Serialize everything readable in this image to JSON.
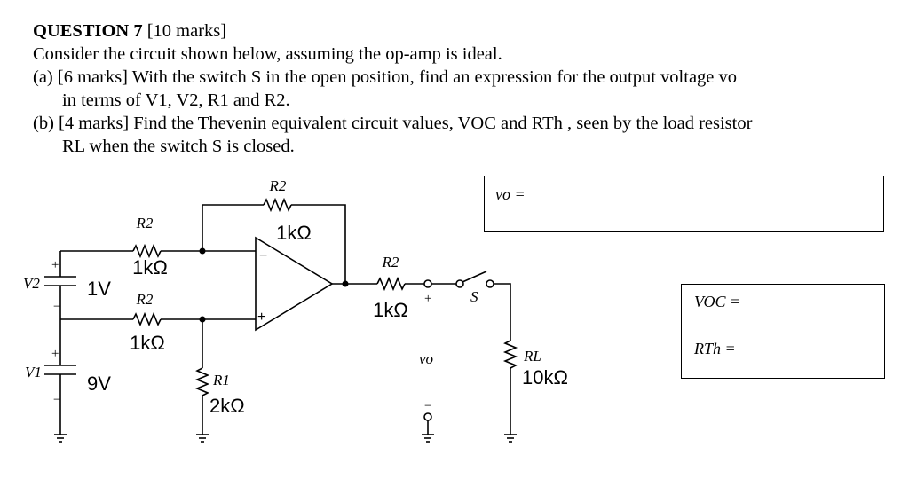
{
  "question": {
    "title_bold": "QUESTION 7",
    "title_marks": " [10 marks]",
    "intro": "Consider the circuit shown below, assuming the op-amp is ideal.",
    "part_a": "(a) [6 marks] With the switch S in the open position, find an expression for the output voltage vo",
    "part_a_cont": "in terms of V1, V2, R1 and R2.",
    "part_b": "(b) [4 marks] Find the Thevenin equivalent circuit values, VOC and RTh , seen by the load resistor",
    "part_b_cont": "RL when the switch S is closed."
  },
  "answer_boxes": {
    "vo_label": "vo =",
    "voc_label": "VOC =",
    "rth_label": "RTh ="
  },
  "circuit": {
    "r2_top": "R2",
    "r2_top_value": "1kΩ",
    "r2_in1": "R2",
    "r2_in1_value": "1kΩ",
    "r2_in2": "R2",
    "r2_in2_value": "1kΩ",
    "r2_out": "R2",
    "r2_out_value": "1kΩ",
    "r1": "R1",
    "r1_value": "2kΩ",
    "rl": "RL",
    "rl_value": "10kΩ",
    "v2": "V2",
    "v2_value": "1V",
    "v1": "V1",
    "v1_value": "9V",
    "switch": "S",
    "vo": "vo",
    "plus": "+",
    "minus": "−",
    "opamp_minus": "−",
    "opamp_plus": "+"
  }
}
